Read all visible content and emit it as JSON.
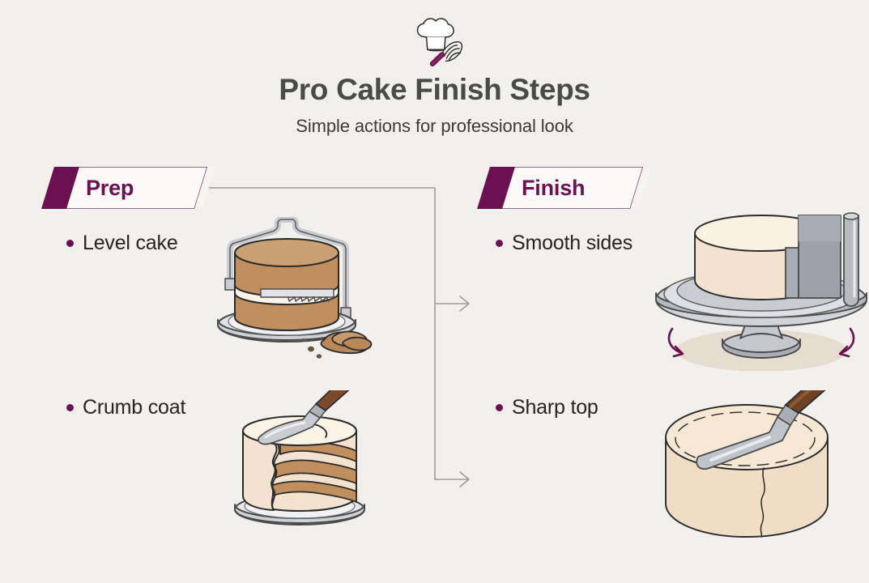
{
  "header": {
    "icon": "chef-hat-whisk-icon",
    "title": "Pro Cake Finish Steps",
    "subtitle": "Simple actions for professional look"
  },
  "colors": {
    "background": "#f2f0ec",
    "accent_purple": "#6b1050",
    "accent_purple_dark": "#5d0d45",
    "title_gray": "#4a4a48",
    "text_dark": "#26241f",
    "connector_gray": "#a09a94",
    "cake_brown": "#c08f5d",
    "frosting_cream": "#f3e2cd",
    "metal_gray": "#b9bcc4"
  },
  "sections": [
    {
      "id": "prep",
      "label": "Prep",
      "items": [
        {
          "label": "Level cake",
          "illustration": "cake-leveler-illustration"
        },
        {
          "label": "Crumb coat",
          "illustration": "crumb-coat-illustration"
        }
      ]
    },
    {
      "id": "finish",
      "label": "Finish",
      "items": [
        {
          "label": "Smooth sides",
          "illustration": "turntable-scraper-illustration"
        },
        {
          "label": "Sharp top",
          "illustration": "sharp-top-spatula-illustration"
        }
      ]
    }
  ],
  "connector": {
    "name": "prep-to-finish-connector",
    "arrow_count": 2
  }
}
